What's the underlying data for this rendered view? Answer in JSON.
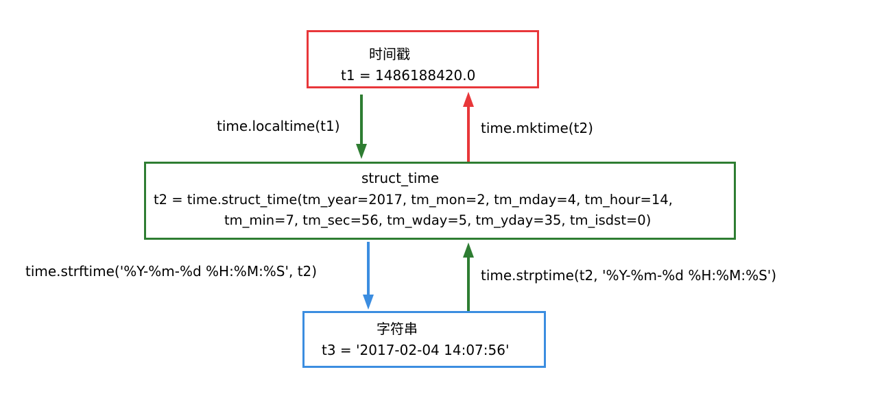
{
  "timestamp_box": {
    "title": "时间戳",
    "value": "t1 = 1486188420.0",
    "border_color": "#e8373a"
  },
  "struct_box": {
    "title": "struct_time",
    "line1": "t2 = time.struct_time(tm_year=2017, tm_mon=2, tm_mday=4, tm_hour=14,",
    "line2": "tm_min=7, tm_sec=56, tm_wday=5, tm_yday=35, tm_isdst=0)",
    "border_color": "#2e7d32"
  },
  "string_box": {
    "title": "字符串",
    "value": "t3 = '2017-02-04 14:07:56'",
    "border_color": "#3b8de0"
  },
  "edges": {
    "localtime": "time.localtime(t1)",
    "mktime": "time.mktime(t2)",
    "strftime": "time.strftime('%Y-%m-%d %H:%M:%S', t2)",
    "strptime": "time.strptime(t2, '%Y-%m-%d %H:%M:%S')"
  },
  "arrow_colors": {
    "localtime": "#2e7d32",
    "mktime": "#e8373a",
    "strftime": "#3b8de0",
    "strptime": "#2e7d32"
  }
}
